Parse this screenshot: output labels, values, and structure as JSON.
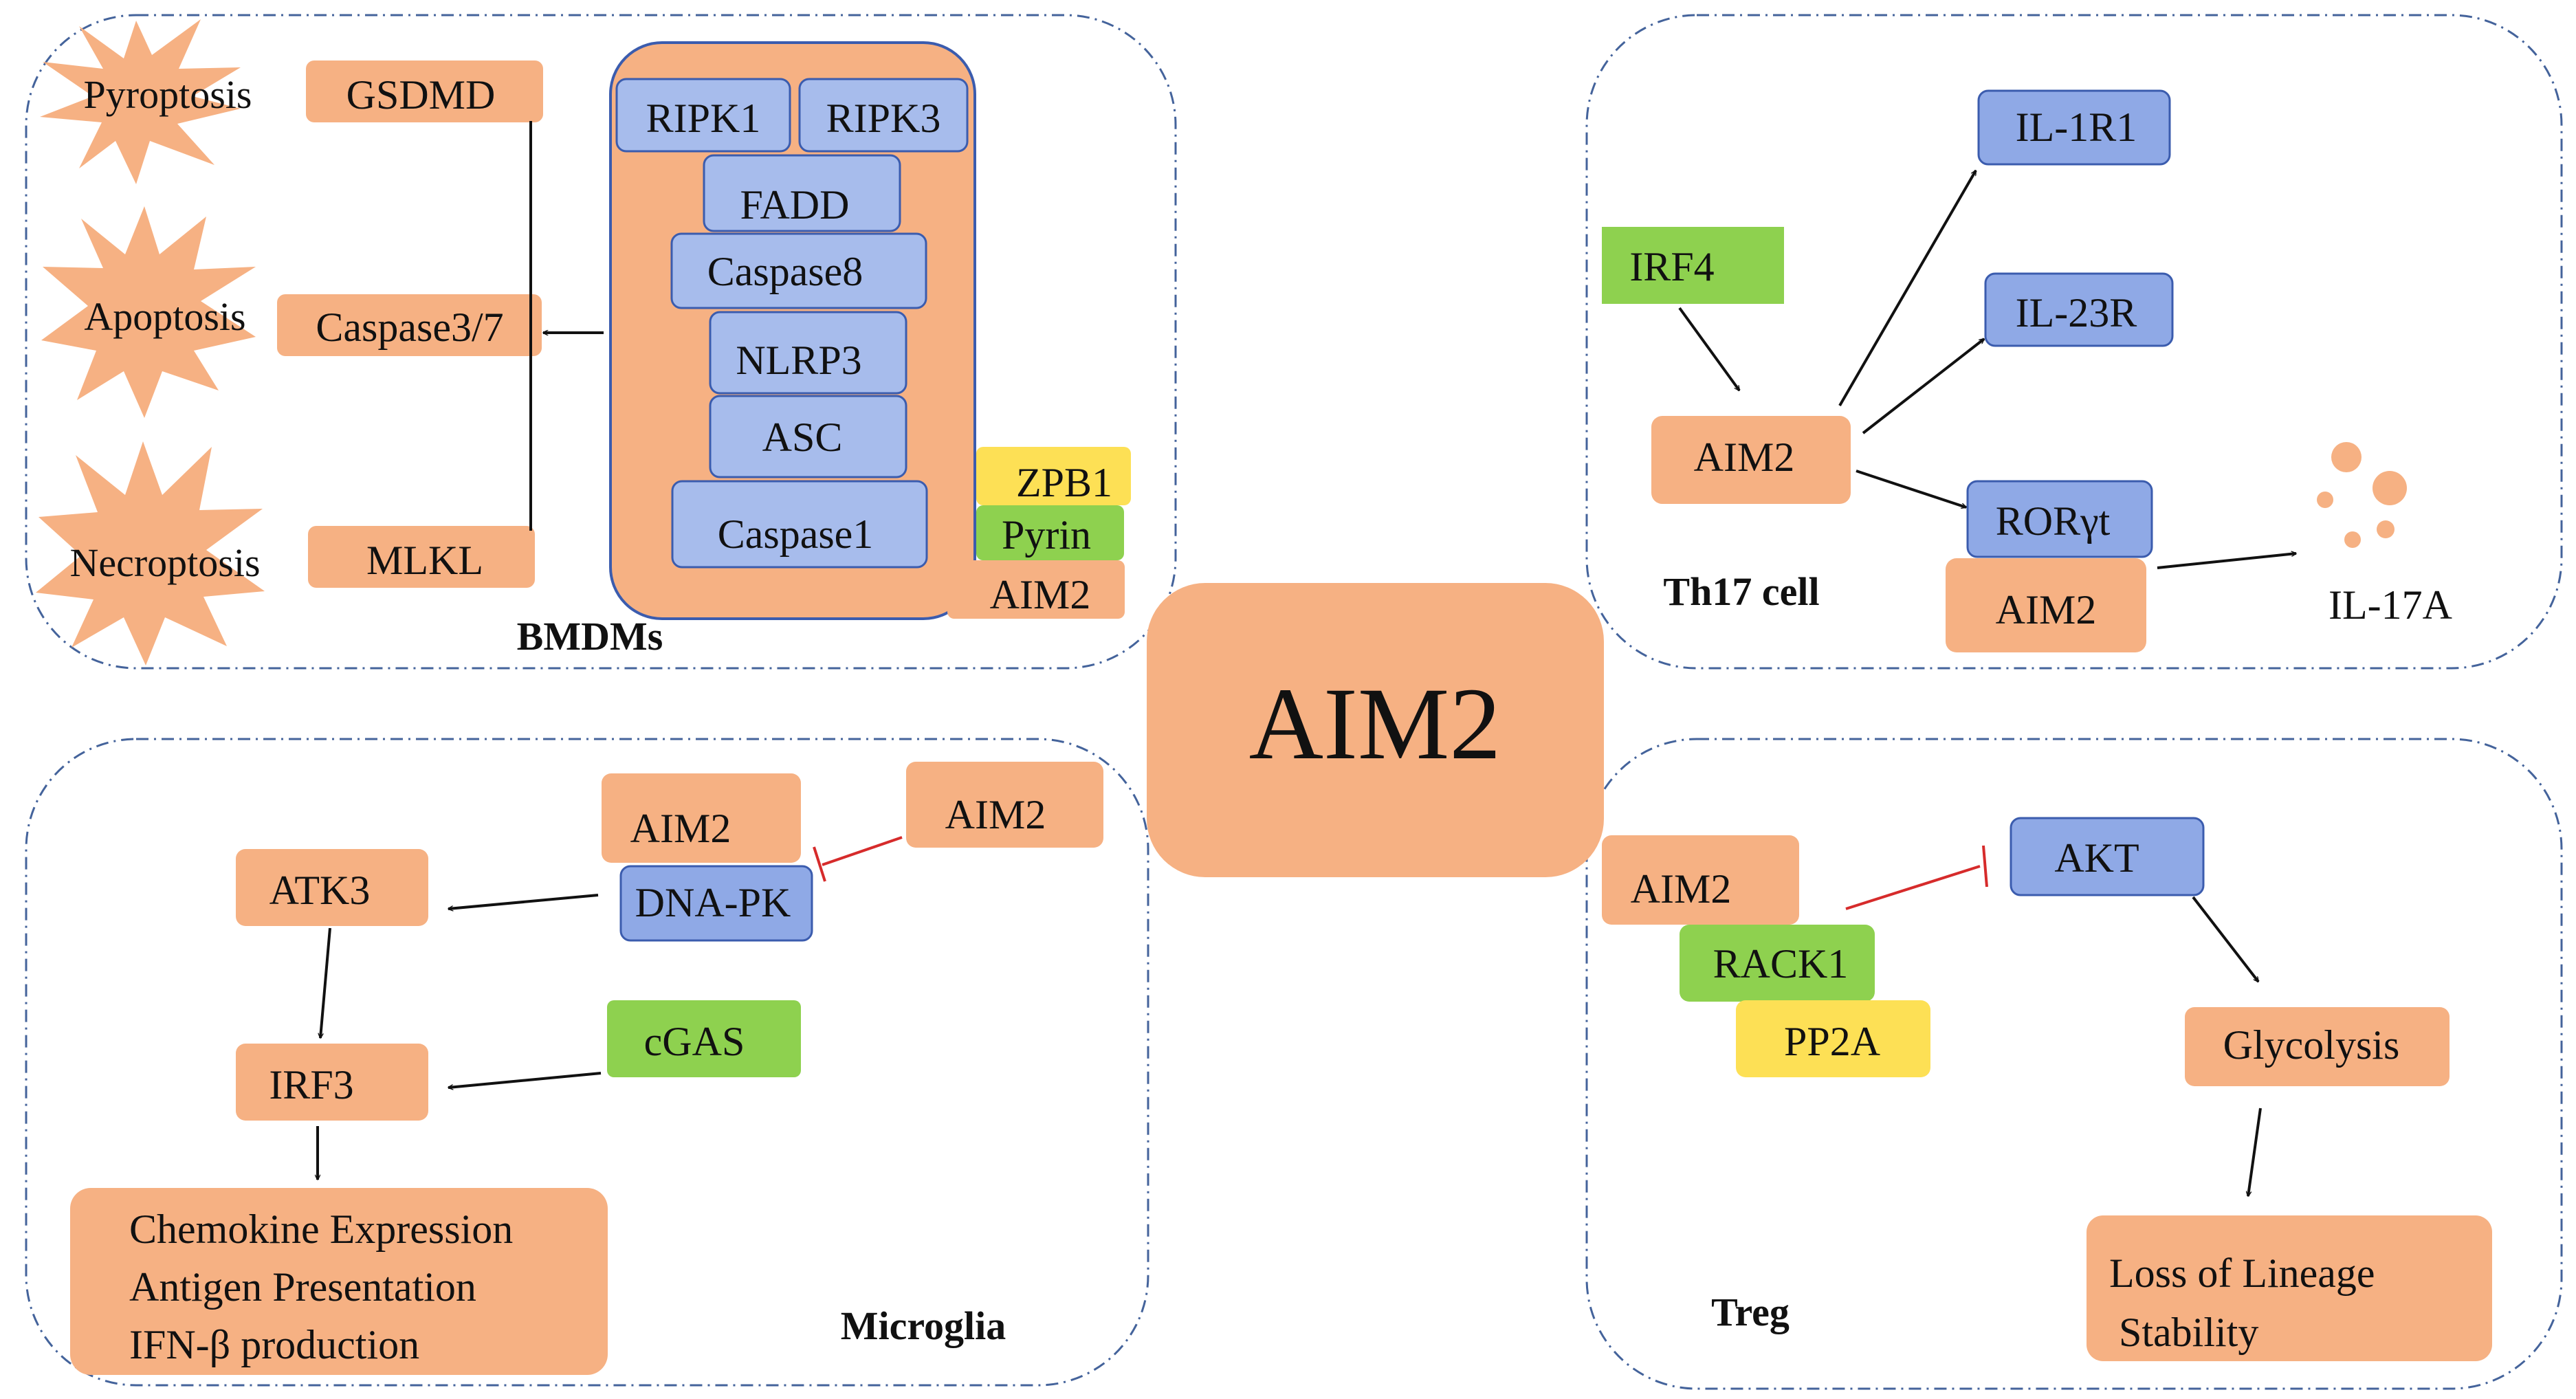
{
  "colors": {
    "orange": "#f6b183",
    "blue": "#a7bcec",
    "blue_dark": "#8fa9e6",
    "green": "#8ed14f",
    "yellow": "#fde055",
    "panel_border": "#44639b",
    "inhibit": "#d62b2b",
    "arrow": "#111111"
  },
  "center": {
    "label": "AIM2"
  },
  "bmdms": {
    "title": "BMDMs",
    "death_modes": [
      "Pyroptosis",
      "Apoptosis",
      "Necroptosis"
    ],
    "effectors": [
      "GSDMD",
      "Caspase3/7",
      "MLKL"
    ],
    "complex_members": [
      "RIPK1",
      "RIPK3",
      "FADD",
      "Caspase8",
      "NLRP3",
      "ASC",
      "Caspase1"
    ],
    "sensors": [
      "ZPB1",
      "Pyrin",
      "AIM2"
    ]
  },
  "th17": {
    "title": "Th17 cell",
    "irf4": "IRF4",
    "aim2_upper": "AIM2",
    "targets": [
      "IL-1R1",
      "IL-23R",
      "RORγt"
    ],
    "aim2_lower": "AIM2",
    "output": "IL-17A"
  },
  "microglia": {
    "title": "Microglia",
    "aim2_left": "AIM2",
    "aim2_right": "AIM2",
    "dnapk": "DNA-PK",
    "atk3": "ATK3",
    "irf3": "IRF3",
    "cgas": "cGAS",
    "outputs": [
      "Chemokine Expression",
      "Antigen Presentation",
      "IFN-β production"
    ]
  },
  "treg": {
    "title": "Treg",
    "aim2": "AIM2",
    "rack1": "RACK1",
    "pp2a": "PP2A",
    "akt": "AKT",
    "glycolysis": "Glycolysis",
    "outcome": [
      "Loss of Lineage",
      "Stability"
    ]
  }
}
